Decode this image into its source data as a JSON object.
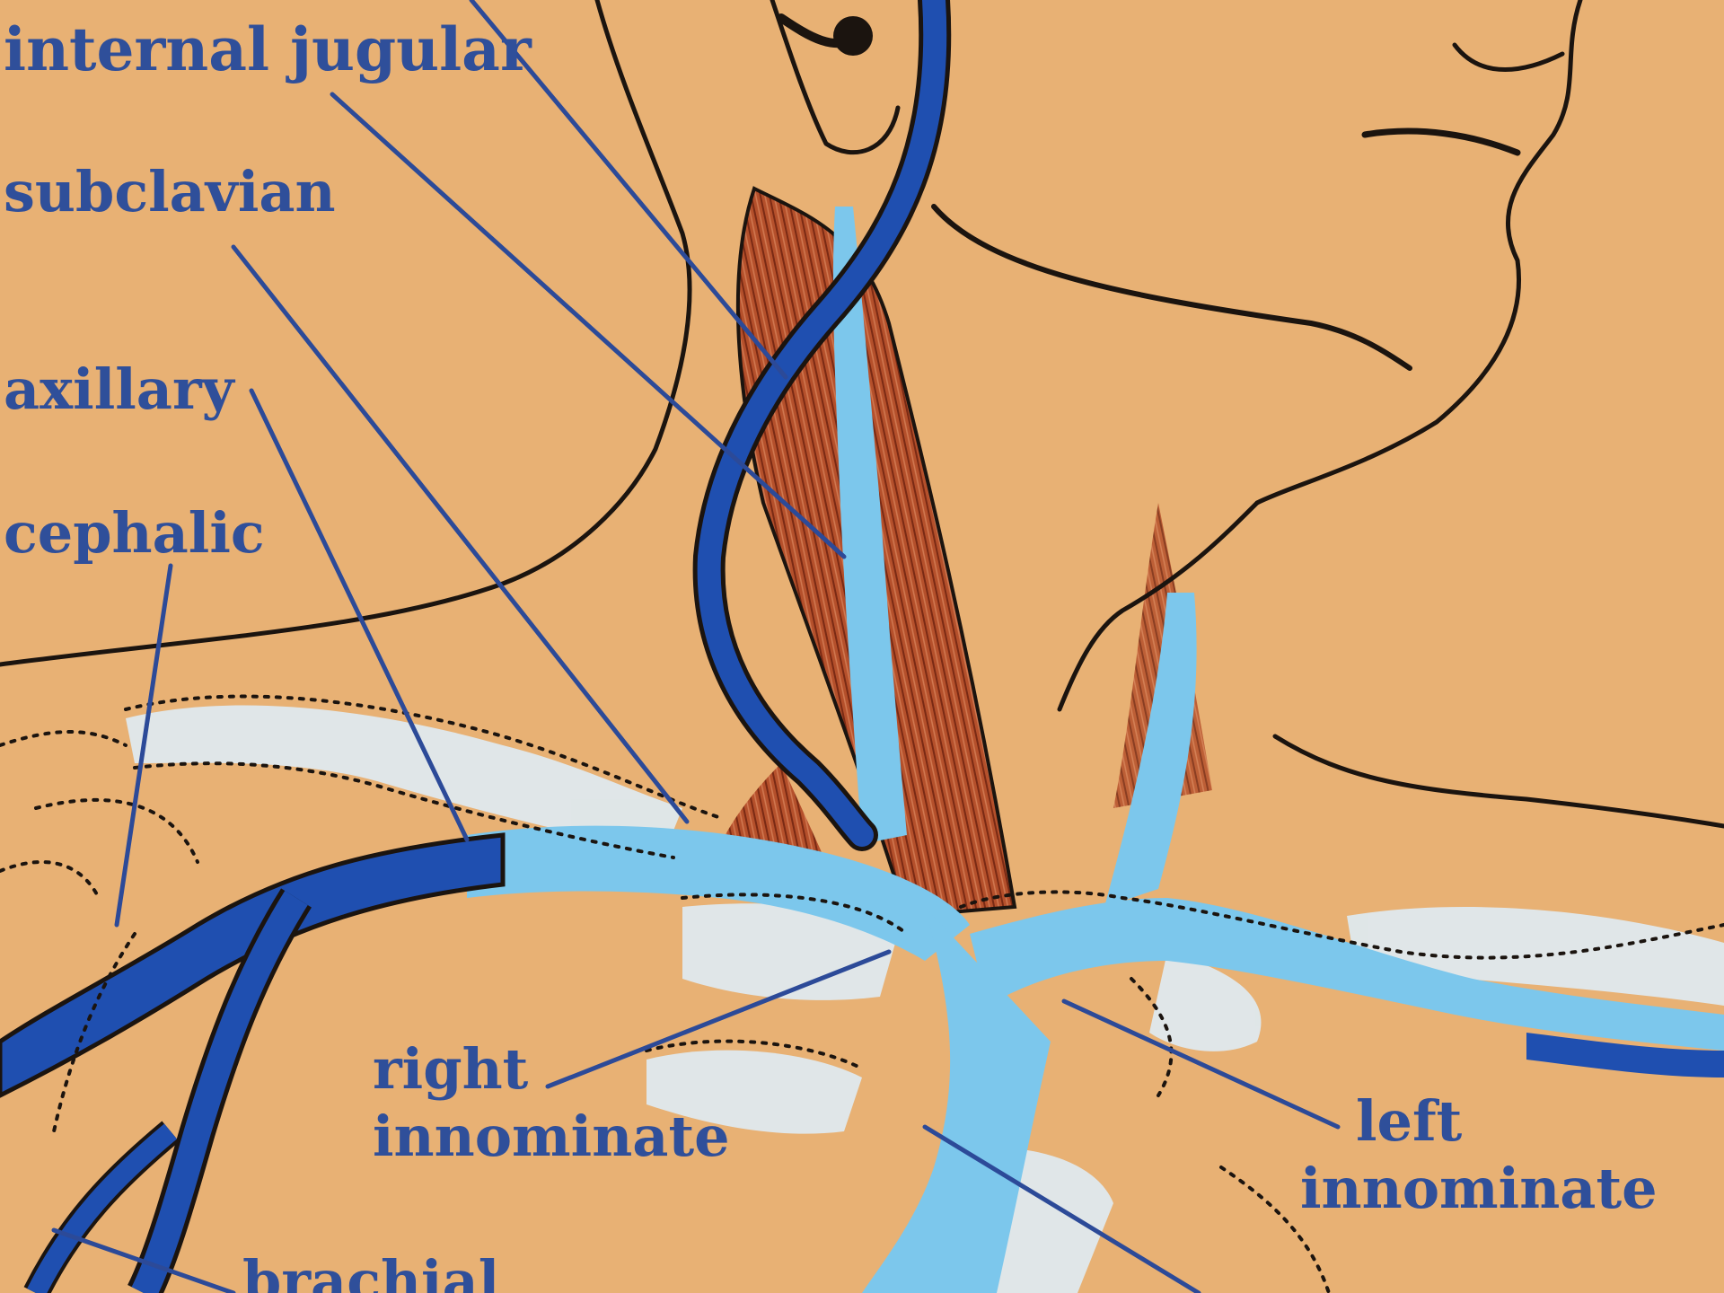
{
  "labels": {
    "internal_jugular": "internal jugular",
    "subclavian": "subclavian",
    "axillary": "axillary",
    "cephalic": "cephalic",
    "right_innominate_1": "right",
    "right_innominate_2": "innominate",
    "left_innominate_1": "left",
    "left_innominate_2": "innominate",
    "brachial": "brachial"
  },
  "colors": {
    "background": "#e8b174",
    "dark_vein": "#1f4fb0",
    "light_vein": "#7cc7ec",
    "pale_vein": "#dfe9ee",
    "muscle": "#b5502b",
    "label_text": "#2f4f9a"
  }
}
